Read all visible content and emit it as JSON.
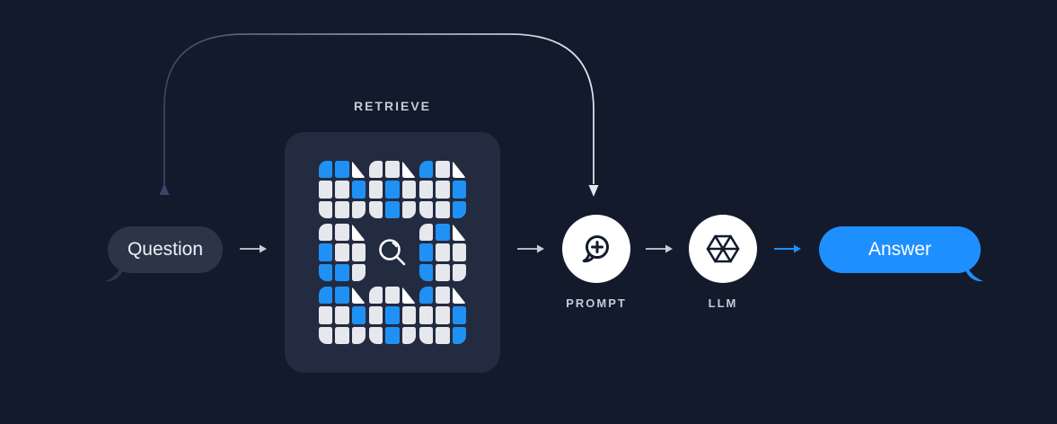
{
  "canvas": {
    "background": "#131a2b"
  },
  "colors": {
    "panel": "#232b41",
    "question_bubble": "#2c3548",
    "answer_bubble": "#1e8ffe",
    "doc_blue": "#2091f4",
    "doc_light": "#e6e8ed",
    "doc_fold": "#ffffff",
    "label": "#c6cbd6",
    "node_circle": "#ffffff",
    "icon_stroke": "#121b2d",
    "search_icon": "#ffffff",
    "arrow_gray": "#c9ced8",
    "arrow_blue": "#1e8ffe",
    "curve_start": "#39466a",
    "curve_end": "#e2e6ee"
  },
  "nodes": {
    "question": {
      "label": "Question"
    },
    "retrieve": {
      "label": "RETRIEVE"
    },
    "prompt": {
      "label": "PROMPT"
    },
    "llm": {
      "label": "LLM"
    },
    "answer": {
      "label": "Answer"
    }
  },
  "icons": {
    "retrieve_center": "magnifier-icon",
    "prompt_node": "speech-bubble-plus-icon",
    "llm_node": "hexagon-model-icon",
    "documents": "document-grid-icon"
  },
  "documents": [
    {
      "cells": [
        "b",
        "b",
        "f",
        "w",
        "w",
        "b",
        "w",
        "w",
        "w"
      ]
    },
    {
      "cells": [
        "w",
        "w",
        "f",
        "w",
        "b",
        "w",
        "w",
        "b",
        "w"
      ]
    },
    {
      "cells": [
        "b",
        "w",
        "f",
        "w",
        "w",
        "b",
        "w",
        "w",
        "b"
      ]
    },
    {
      "cells": [
        "w",
        "w",
        "f",
        "b",
        "w",
        "w",
        "b",
        "b",
        "w"
      ]
    },
    {
      "cells": [
        "w",
        "b",
        "f",
        "b",
        "w",
        "w",
        "b",
        "w",
        "w"
      ]
    },
    {
      "cells": [
        "b",
        "b",
        "f",
        "w",
        "w",
        "b",
        "w",
        "w",
        "w"
      ]
    },
    {
      "cells": [
        "w",
        "w",
        "f",
        "w",
        "b",
        "w",
        "w",
        "b",
        "w"
      ]
    },
    {
      "cells": [
        "b",
        "w",
        "f",
        "w",
        "w",
        "b",
        "w",
        "w",
        "b"
      ]
    }
  ],
  "connections": {
    "question_to_retrieve": "arrow-right",
    "retrieve_to_prompt": "arrow-right",
    "prompt_to_llm": "arrow-right",
    "llm_to_answer": "arrow-right-blue",
    "question_to_prompt_curve": "curved-arrow-over-top"
  }
}
